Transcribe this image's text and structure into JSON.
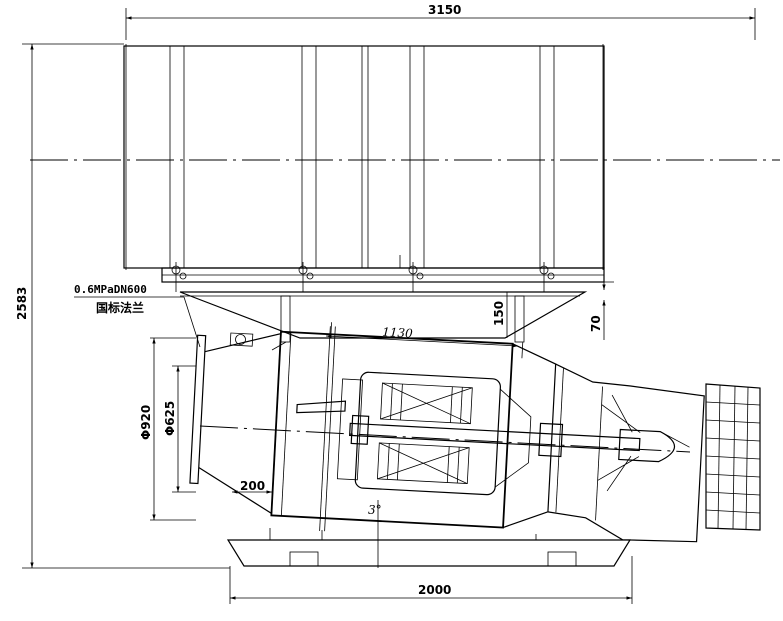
{
  "dimensions": {
    "overall_length": "3150",
    "overall_height": "2583",
    "base_length": "2000",
    "motor_length": "1130",
    "flange_outer_dia": "Φ920",
    "flange_inner_dia": "Φ625",
    "inlet_offset": "200",
    "support_height": "150",
    "frame_offset": "70",
    "tilt_angle": "3°"
  },
  "annotations": {
    "flange_spec_line1": "0.6MPaDN600",
    "flange_spec_line2": "国标法兰"
  }
}
